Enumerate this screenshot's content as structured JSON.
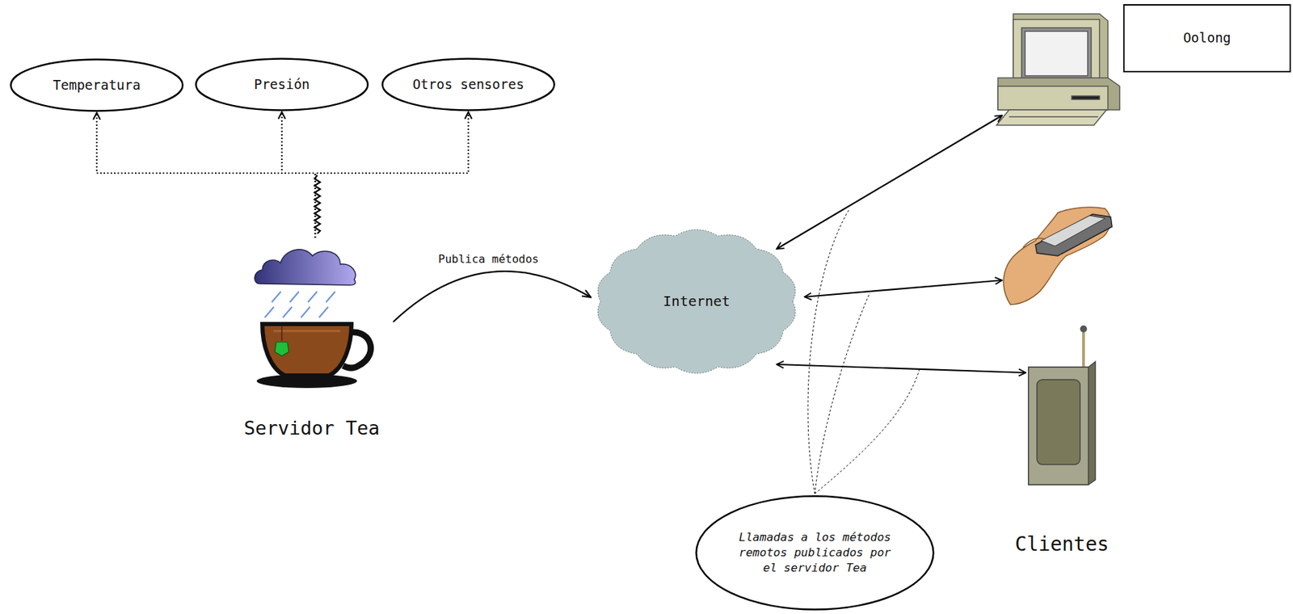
{
  "diagram": {
    "nodes": [
      {
        "text": [
          "Temperatura"
        ]
      },
      {
        "text": [
          "Presión"
        ]
      },
      {
        "text": [
          "Otros sensores"
        ]
      },
      {
        "text": [
          "Oolong"
        ]
      },
      {
        "text": [
          "Servidor Tea"
        ]
      },
      {
        "text": [
          "Internet"
        ]
      },
      {
        "text": [
          "Llamadas a los métodos remotos publicados por el servidor Tea"
        ]
      }
    ],
    "edges": [
      {
        "from": 4,
        "to": 0,
        "arrow": "to"
      },
      {
        "from": 4,
        "to": 1,
        "arrow": "to"
      },
      {
        "from": 4,
        "to": 2,
        "arrow": "to"
      },
      {
        "from": 4,
        "to": 5,
        "label": "Publica métodos",
        "arrow": "to"
      }
    ],
    "labels": [
      "Clientes"
    ]
  }
}
